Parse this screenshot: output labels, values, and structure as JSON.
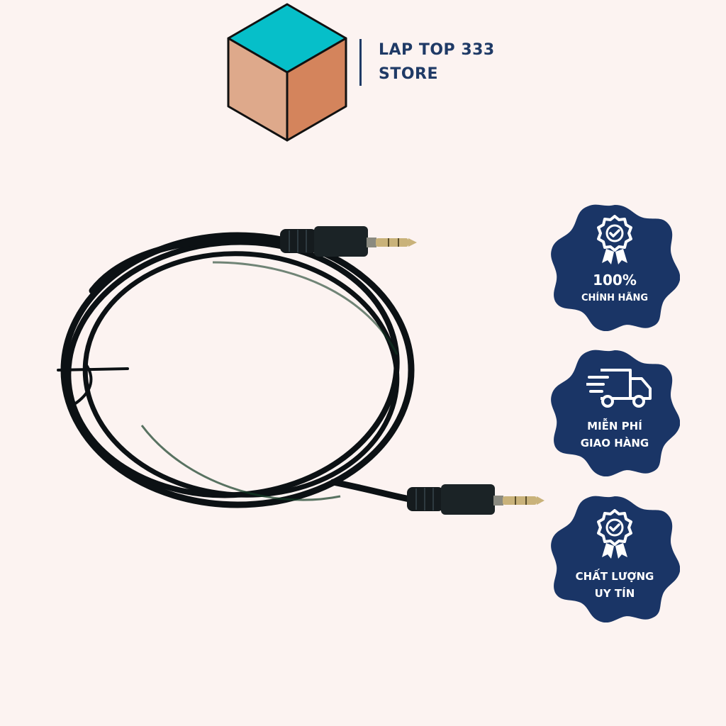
{
  "brand": {
    "line1": "LAP TOP 333",
    "line2": "STORE",
    "logo_icon": "cube-icon",
    "colors": {
      "cube_top": "#06bfc9",
      "cube_left": "#dea98b",
      "cube_right": "#d4845c",
      "text": "#1f3a66"
    }
  },
  "product": {
    "image": "aux-audio-cable-3.5mm-image"
  },
  "badges": [
    {
      "icon": "award-ribbon-icon",
      "line1": "100%",
      "line2": "CHÍNH HÃNG"
    },
    {
      "icon": "delivery-truck-icon",
      "line1": "MIỄN PHÍ",
      "line2": "GIAO HÀNG"
    },
    {
      "icon": "award-ribbon-icon",
      "line1": "CHẤT LƯỢNG",
      "line2": "UY TÍN"
    }
  ],
  "colors": {
    "background": "#fcf3f1",
    "badge": "#1a3566",
    "cable": "#0c1114",
    "plug_gold": "#c9b27a"
  }
}
